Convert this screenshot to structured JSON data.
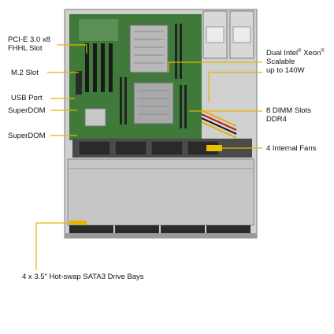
{
  "labels": {
    "pcie": [
      "PCI-E 3.0 x8",
      "FHHL Slot"
    ],
    "m2": "M.2 Slot",
    "usb": "USB Port",
    "superdom1": "SuperDOM",
    "superdom2": "SuperDOM",
    "cpu": {
      "line1a": "Dual Intel",
      "sup1": "®",
      "line1b": " Xeon",
      "sup2": "®",
      "line2": "Scalable",
      "line3": "up to 140W"
    },
    "dimm": [
      "8 DIMM Slots",
      "DDR4"
    ],
    "fans": "4 Internal Fans",
    "drives": "4 x 3.5\" Hot-swap SATA3 Drive Bays"
  },
  "colors": {
    "callout": "#e8b400",
    "pcb": "#3f7a3a",
    "chassis": "#c9c9c9",
    "chassis_dark": "#8a8a8a",
    "fan": "#2a2a2a",
    "psu": "#d8d8d8"
  }
}
